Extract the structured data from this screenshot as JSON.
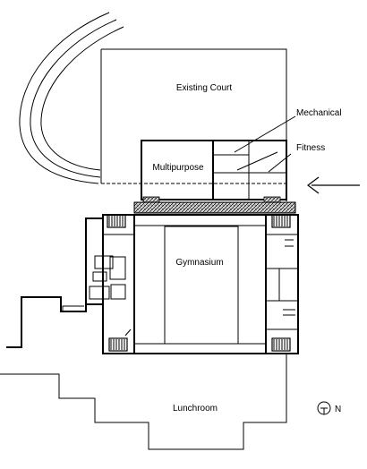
{
  "labels": {
    "existing_court": "Existing Court",
    "mechanical": "Mechanical",
    "fitness": "Fitness",
    "multipurpose": "Multipurpose",
    "gymnasium": "Gymnasium",
    "lunchroom": "Lunchroom",
    "north": "N"
  },
  "icons": {
    "entry_arrow": "arrow-left-icon",
    "north_marker": "north-arrow-icon"
  },
  "colors": {
    "ink": "#000000",
    "paper": "#ffffff"
  }
}
